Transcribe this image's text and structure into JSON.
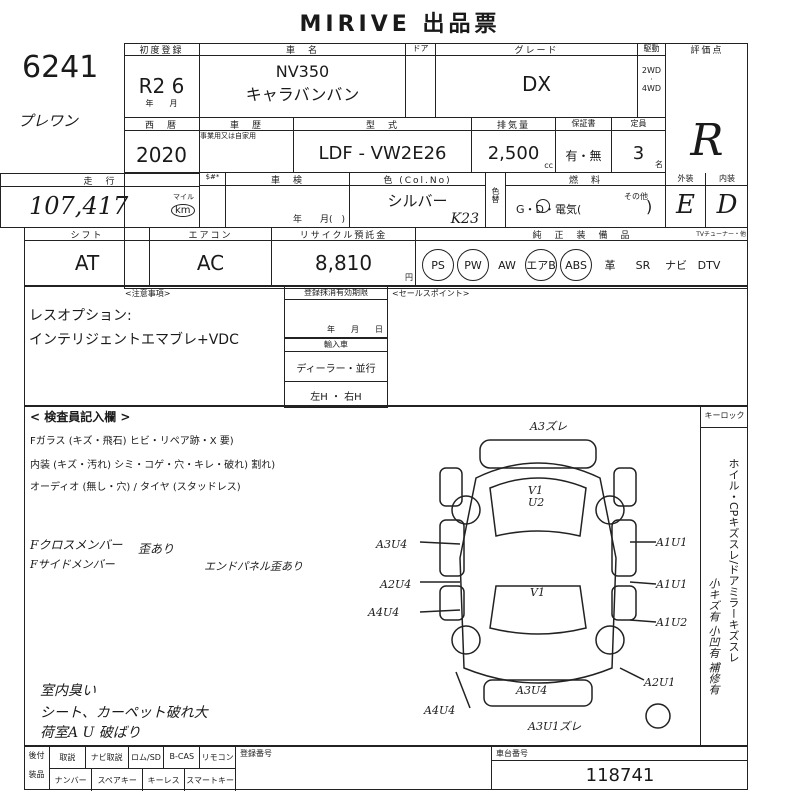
{
  "header": {
    "title": "MIRIVE 出品票"
  },
  "lot": {
    "number": "6241",
    "handwritten_note": "プレワン"
  },
  "row1": {
    "reg_label": "初度登録",
    "reg_value": "R2 6",
    "month_label": "年　　月",
    "car_name_label": "車　名",
    "car_name_1": "NV350",
    "car_name_2": "キャラバンバン",
    "door_label": "ドア",
    "grade_label": "グレード",
    "grade_value": "DX",
    "drive_label": "駆動",
    "drive_2wd": "2WD",
    "drive_4wd": "4WD",
    "eval_label": "評価点",
    "eval_value": "R"
  },
  "row2": {
    "year_label": "西　暦",
    "year_value": "2020",
    "inspection_label": "車　歴",
    "inspection_note": "事業用又は自家用",
    "model_label": "型　式",
    "model_value": "LDF - VW2E26",
    "disp_label": "排気量",
    "disp_value": "2,500",
    "disp_unit": "cc",
    "warranty_label": "保証書",
    "warranty_value": "有・無",
    "cap_label": "定員",
    "cap_value": "3",
    "cap_unit": "名"
  },
  "row3": {
    "mileage_label": "走　行",
    "mileage_unit_top": "マイル",
    "mileage_unit": "km",
    "mileage_value": "107,417",
    "sharp_label": "$#*",
    "shaken_label": "車　検",
    "shaken_ym": "年　　月(　)",
    "color_label": "色 (Col.No)",
    "color_value": "シルバー",
    "color_code": "K23",
    "color_change_label": "色替",
    "fuel_label": "燃　料",
    "fuel_value": "G・D・電気(",
    "fuel_other": "その他",
    "ext_label": "外装",
    "ext_value": "E",
    "int_label": "内装",
    "int_value": "D"
  },
  "row4": {
    "shift_label": "シフト",
    "shift_value": "AT",
    "ac_label": "エアコン",
    "ac_value": "AC",
    "recycle_label": "リサイクル預託金",
    "recycle_value": "8,810",
    "recycle_unit": "円",
    "equipment_label": "純　正　装　備　品",
    "equipment": [
      "PS",
      "PW",
      "AW",
      "エアB",
      "ABS",
      "革",
      "SR",
      "ナビ",
      "DTV"
    ],
    "tv_label": "TVチューナー・他"
  },
  "notes": {
    "caution_label": "<注意事項>",
    "caution_line1": "レスオプション:",
    "caution_line2": "インテリジェントエマブレ+VDC",
    "reg_expiry_label": "登録抹消有効期限",
    "reg_expiry_ym": "年　　月　　日",
    "import_label": "輸入車",
    "import_dealer": "ディーラー・並行",
    "import_handle": "左H ・ 右H",
    "sales_point_label": "<セールスポイント>"
  },
  "inspection": {
    "title": "< 検査員記入欄 >",
    "glass": "Fガラス (キズ・飛石) ヒビ・リペア跡・X 要)",
    "interior": "内装 (キズ・汚れ) シミ・コゲ・穴・キレ・破れ) 割れ)",
    "audio": "オーディオ (無し・穴) / タイヤ (スタッドレス)",
    "hand_line1": "Fクロスメンバー",
    "hand_line2": "Fサイドメンバー",
    "hand_mark": "歪あり",
    "hand_line3": "エンドパネル歪あり",
    "hand_bottom1": "室内臭い",
    "hand_bottom2": "シート、カーペット破れ大",
    "hand_bottom3": "荷室A U 破ばり",
    "keylock_label": "キーロック",
    "side_text": "ホイル・CPキズスレ/ドアミラーキズスレ",
    "side_text2": "小キズ有 小凹有 補修有"
  },
  "diagram": {
    "top": "A3ズレ",
    "v1_top": "V1",
    "u2": "U2",
    "center": "V1",
    "left1": "A3U4",
    "left2": "A2U4",
    "left3": "A4U4",
    "right1": "A1U1",
    "right2": "A1U1",
    "right3": "A1U2",
    "right4": "A2U1",
    "bottom_a": "A3U4",
    "bottom_b": "A3U1ズレ",
    "bottom_left": "A4U4"
  },
  "footer": {
    "label_after": "後付",
    "label_item": "装品",
    "items_row1": [
      "取説",
      "ナビ取説",
      "ロム/SD",
      "B-CAS",
      "リモコン"
    ],
    "items_row2": [
      "ナンバー",
      "スペアキー",
      "キーレス",
      "スマートキー"
    ],
    "reg_no_label": "登録番号",
    "chassis_label": "車台番号",
    "chassis_value": "118741"
  }
}
